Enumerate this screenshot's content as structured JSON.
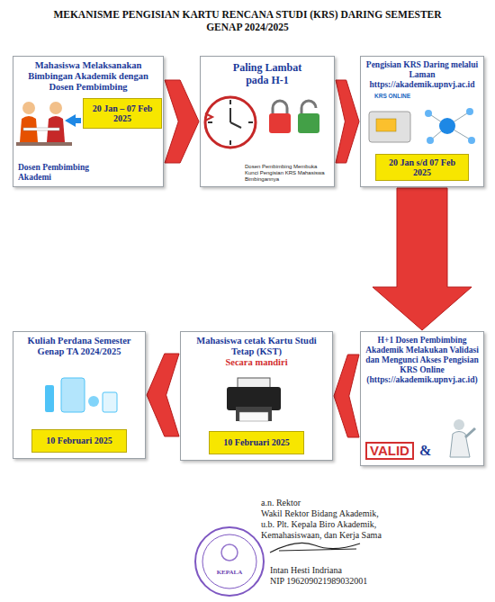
{
  "diagram": {
    "title": "MEKANISME PENGISIAN KARTU RENCANA STUDI (KRS) DARING SEMESTER GENAP 2024/2025",
    "nodes": [
      {
        "text": [
          "Mahasiswa Melaksanakan Bimbingan Akademik dengan Dosen Pembimbing",
          "Dosen Pembimbing Akademi"
        ]
      },
      {
        "text": [
          "20 Jan – 07 Feb 2025"
        ],
        "in": 0
      },
      {
        "text": [
          "Paling Lambat pada H-1",
          "Dosen Pembimbing Membuka Kunci Pengisian KRS Mahasiswa Bimbingannya"
        ]
      },
      {
        "text": [
          "Pengisian KRS Daring melalui Laman https://akademik.upnvj.ac.id",
          "KRS ONLINE"
        ]
      },
      {
        "text": [
          "20 Jan s/d 07 Feb 2025"
        ],
        "in": 3
      },
      {
        "text": [
          "Kuliah Perdana Semester Genap TA 2024/2025"
        ]
      },
      {
        "text": [
          "10 Februari 2025"
        ],
        "in": 5
      },
      {
        "text": [
          "Mahasiswa cetak Kartu Studi Tetap (KST)",
          "Secara mandiri"
        ]
      },
      {
        "text": [
          "10 Februari 2025"
        ],
        "in": 7
      },
      {
        "text": [
          "H+1 Dosen Pembimbing Akademik Melakukan Validasi dan Mengunci Akses Pengisian KRS Online (https://akademik.upnvj.ac.id)",
          "VALID",
          "&"
        ]
      }
    ],
    "edges": [
      {
        "from": 0,
        "to": 2,
        "arrow": "to"
      },
      {
        "from": 2,
        "to": 3,
        "arrow": "to"
      },
      {
        "from": 3,
        "to": 9,
        "arrow": "to"
      },
      {
        "from": 9,
        "to": 7,
        "arrow": "to"
      },
      {
        "from": 7,
        "to": 5,
        "arrow": "to"
      }
    ],
    "labels": [
      "a.n. Rektor",
      "Wakil Rektor Bidang Akademik,",
      "u.b. Plt. Kepala Biro Akademik,",
      "Kemahasiswaan, dan Kerja Sama",
      "KEPALA",
      "Intan Hesti Indriana",
      "NIP 196209021989032001"
    ]
  }
}
